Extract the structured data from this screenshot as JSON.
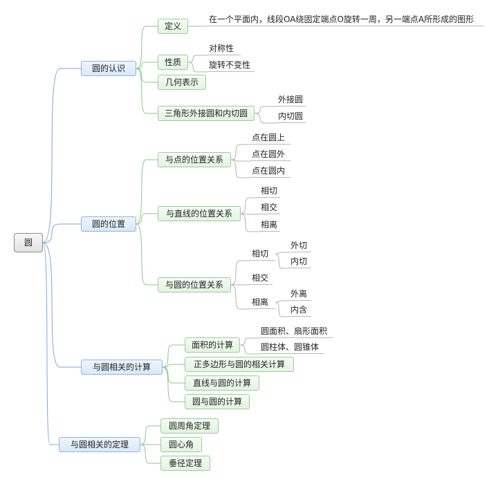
{
  "root": "圆",
  "branches": {
    "b1": "圆的认识",
    "b2": "圆的位置",
    "b3": "与圆相关的计算",
    "b4": "与圆相关的定理"
  },
  "topics": {
    "b1_def": "定义",
    "b1_prop": "性质",
    "b1_geo": "几何表示",
    "b1_tri": "三角形外接圆和内切圆",
    "b2_pt": "与点的位置关系",
    "b2_line": "与直线的位置关系",
    "b2_circ": "与圆的位置关系",
    "b3_area": "面积的计算",
    "b3_poly": "正多边形与圆的相关计算",
    "b3_line": "直线与圆的计算",
    "b3_cc": "圆与圆的计算",
    "b4_ins": "圆周角定理",
    "b4_cen": "圆心角",
    "b4_perp": "垂径定理"
  },
  "leaves": {
    "def_text": "在一个平面内，线段OA绕固定端点O旋转一周，另一端点A所形成的图形",
    "prop_sym": "对称性",
    "prop_rot": "旋转不变性",
    "tri_out": "外接圆",
    "tri_in": "内切圆",
    "pt_on": "点在圆上",
    "pt_out": "点在圆外",
    "pt_in": "点在圆内",
    "ln_tan": "相切",
    "ln_int": "相交",
    "ln_sep": "相离",
    "cc_tan": "相切",
    "cc_tan_ext": "外切",
    "cc_tan_int": "内切",
    "cc_int": "相交",
    "cc_sep": "相离",
    "cc_sep_ext": "外离",
    "cc_sep_int": "内含",
    "area_sector": "圆面积、扇形面积",
    "area_cyl": "圆柱体、圆锥体"
  },
  "colors": {
    "branch_line": "#7fa6d6",
    "topic_line": "#8cc48b",
    "leaf_line": "#b0b0b0"
  }
}
